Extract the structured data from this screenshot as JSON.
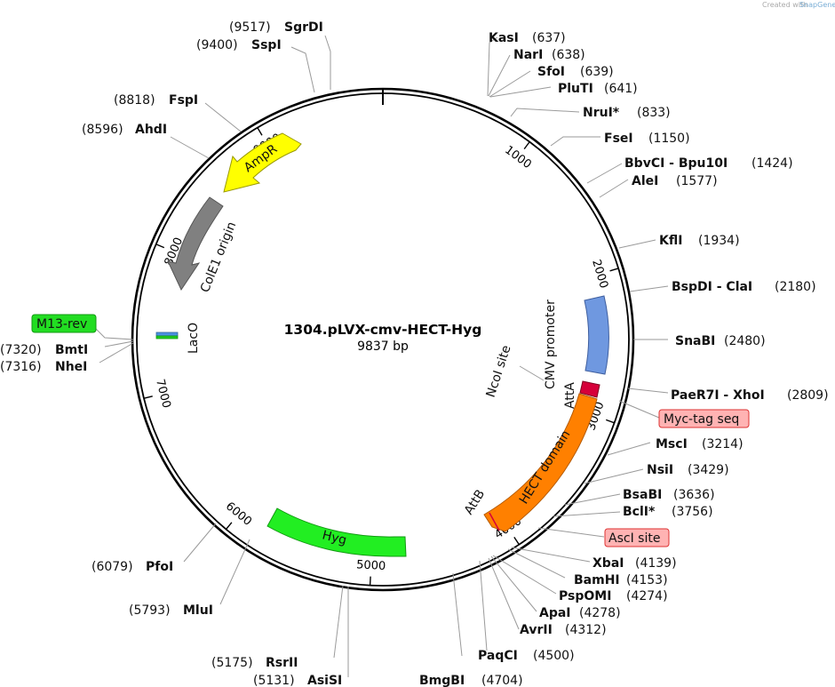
{
  "plasmid": {
    "name": "1304.pLVX-cmv-HECT-Hyg",
    "length_label": "9837 bp",
    "length": 9837
  },
  "creator": {
    "created_by": "Created with",
    "brand": "SnapGene"
  },
  "ticks": [
    {
      "position": 1000,
      "label": "1000"
    },
    {
      "position": 2000,
      "label": "2000"
    },
    {
      "position": 3000,
      "label": "3000"
    },
    {
      "position": 4000,
      "label": "4000"
    },
    {
      "position": 5000,
      "label": "5000"
    },
    {
      "position": 6000,
      "label": "6000"
    },
    {
      "position": 7000,
      "label": "7000"
    },
    {
      "position": 8000,
      "label": "8000"
    },
    {
      "position": 9000,
      "label": "9000"
    }
  ],
  "sites": [
    {
      "name": "SgrDI",
      "pos": "(9517)"
    },
    {
      "name": "SspI",
      "pos": "(9400)"
    },
    {
      "name": "FspI",
      "pos": "(8818)"
    },
    {
      "name": "AhdI",
      "pos": "(8596)"
    },
    {
      "name": "BmtI",
      "pos": "(7320)"
    },
    {
      "name": "NheI",
      "pos": "(7316)"
    },
    {
      "name": "PfoI",
      "pos": "(6079)"
    },
    {
      "name": "MluI",
      "pos": "(5793)"
    },
    {
      "name": "RsrII",
      "pos": "(5175)"
    },
    {
      "name": "AsiSI",
      "pos": "(5131)"
    },
    {
      "name": "KasI",
      "pos": "(637)"
    },
    {
      "name": "NarI",
      "pos": "(638)"
    },
    {
      "name": "SfoI",
      "pos": "(639)"
    },
    {
      "name": "PluTI",
      "pos": "(641)"
    },
    {
      "name": "NruI*",
      "pos": "(833)"
    },
    {
      "name": "FseI",
      "pos": "(1150)"
    },
    {
      "name": "BbvCI - Bpu10I",
      "pos": "(1424)"
    },
    {
      "name": "AleI",
      "pos": "(1577)"
    },
    {
      "name": "KflI",
      "pos": "(1934)"
    },
    {
      "name": "BspDI - ClaI",
      "pos": "(2180)"
    },
    {
      "name": "SnaBI",
      "pos": "(2480)"
    },
    {
      "name": "PaeR7I - XhoI",
      "pos": "(2809)"
    },
    {
      "name": "MscI",
      "pos": "(3214)"
    },
    {
      "name": "NsiI",
      "pos": "(3429)"
    },
    {
      "name": "BsaBI",
      "pos": "(3636)"
    },
    {
      "name": "BclI*",
      "pos": "(3756)"
    },
    {
      "name": "XbaI",
      "pos": "(4139)"
    },
    {
      "name": "BamHI",
      "pos": "(4153)"
    },
    {
      "name": "PspOMI",
      "pos": "(4274)"
    },
    {
      "name": "ApaI",
      "pos": "(4278)"
    },
    {
      "name": "AvrII",
      "pos": "(4312)"
    },
    {
      "name": "PaqCI",
      "pos": "(4500)"
    },
    {
      "name": "BmgBI",
      "pos": "(4704)"
    }
  ],
  "boxed_labels": [
    {
      "text": "M13-rev",
      "color": "#22dd22",
      "border": "#119911"
    },
    {
      "text": "Myc-tag seq",
      "color": "#ffb3b3",
      "border": "#dd3333"
    },
    {
      "text": "AscI site",
      "color": "#ffb3b3",
      "border": "#dd3333"
    }
  ],
  "features": [
    {
      "name": "AmpR",
      "color": "#ffff00",
      "border": "#999900"
    },
    {
      "name": "ColE1 origin",
      "color": "#808080",
      "border": "#555555"
    },
    {
      "name": "LacO",
      "color": "#4a90e2",
      "border": "#336699"
    },
    {
      "name": "CMV promoter",
      "color": "#6f98e0",
      "border": "#3f5f9f"
    },
    {
      "name": "AttA",
      "color": "#d6003a",
      "border": "#7f0020"
    },
    {
      "name": "HECT domain",
      "color": "#ff8000",
      "border": "#b35900"
    },
    {
      "name": "AttB",
      "color": "#ff8000",
      "border": "#b35900"
    },
    {
      "name": "Hyg",
      "color": "#22ee22",
      "border": "#119911"
    }
  ],
  "misc_labels": {
    "ncoi_site": "NcoI site"
  }
}
